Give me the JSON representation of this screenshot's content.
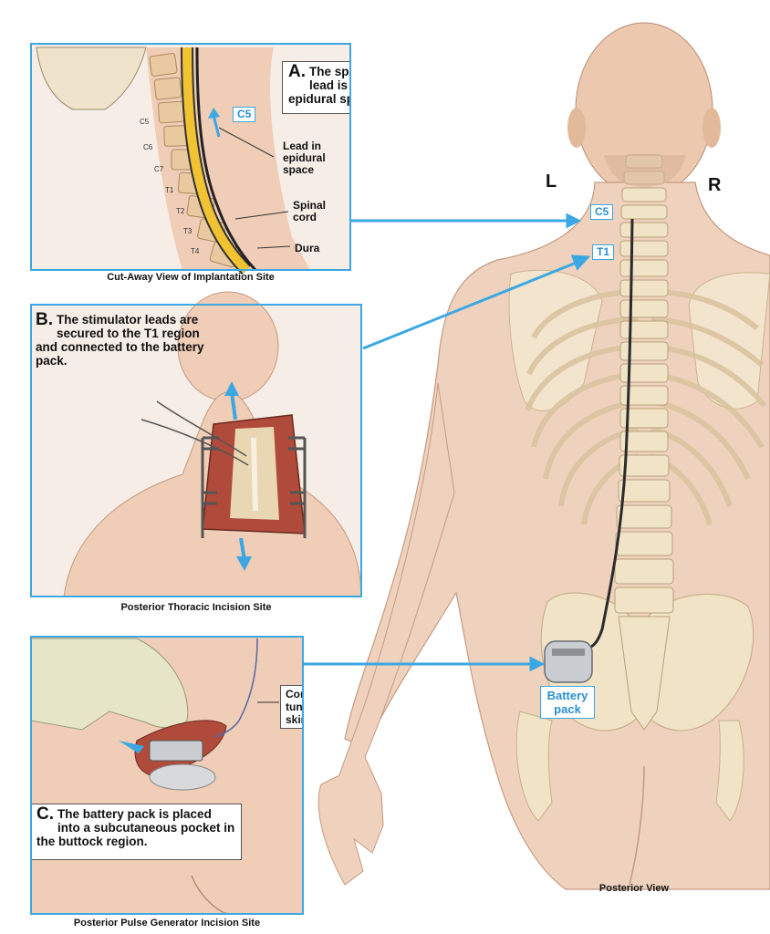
{
  "panel_a": {
    "letter": "A.",
    "text": "The spinal cord stimulator lead is advanced into the epidural space.",
    "tag": "C5",
    "labels": {
      "lead": "Lead in epidural space",
      "cord": "Spinal cord",
      "dura": "Dura"
    },
    "vertebrae": [
      "C5",
      "C6",
      "C7",
      "T1",
      "T2",
      "T3",
      "T4"
    ],
    "caption": "Cut-Away View of Implantation Site"
  },
  "panel_b": {
    "letter": "B.",
    "text": "The stimulator leads are secured to the T1 region and connected to the battery pack.",
    "caption": "Posterior Thoracic Incision Site"
  },
  "panel_c": {
    "letter": "C.",
    "text": "The battery pack is placed into a subcutaneous pocket in the buttock region.",
    "connector_label": "Connector leads tunneled under skin",
    "caption": "Posterior Pulse Generator Incision Site"
  },
  "main": {
    "side_left": "L",
    "side_right": "R",
    "tag_c5": "C5",
    "tag_t1": "T1",
    "battery_label": "Battery pack",
    "caption": "Posterior View"
  },
  "colors": {
    "accent": "#3ba7e3",
    "skin": "#efd2bd",
    "bone": "#efe0c0",
    "cord": "#f1c232"
  }
}
